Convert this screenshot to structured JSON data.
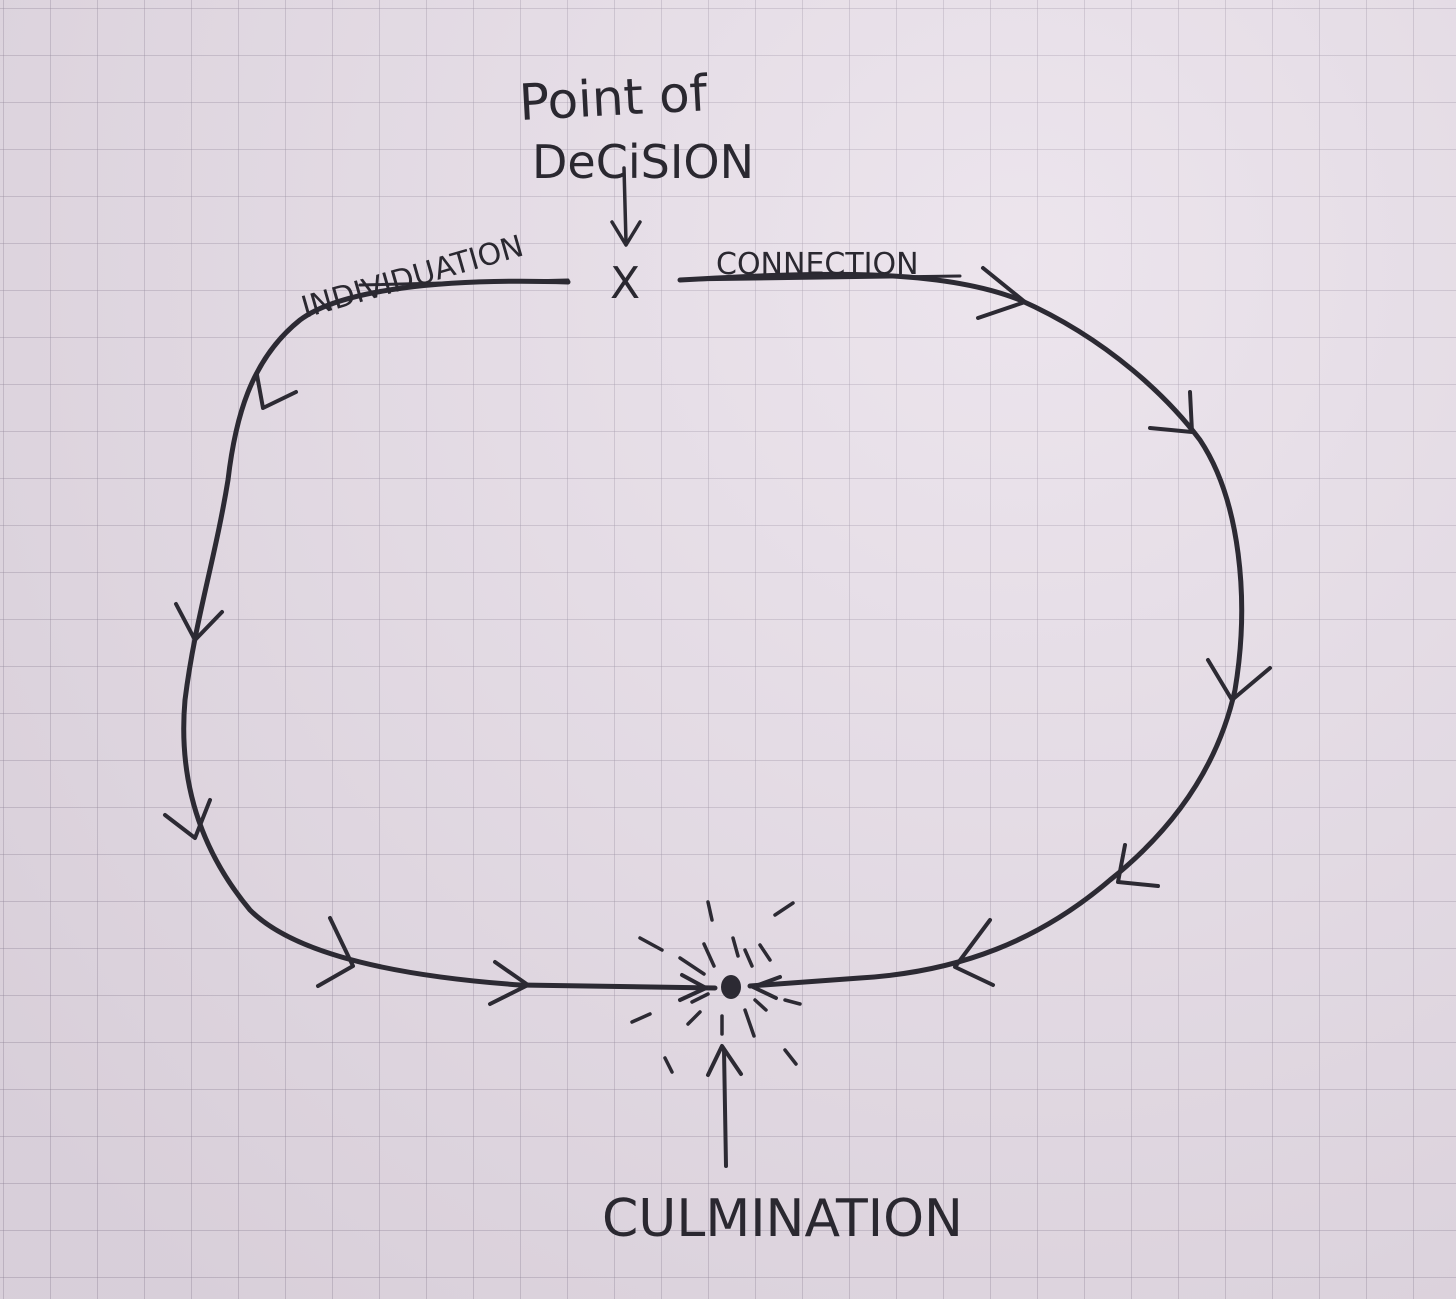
{
  "labels": {
    "decision_line1": "Point of",
    "decision_line2": "DeCiSION",
    "individuation": "INDIVIDUATION",
    "connection": "CONNECTION",
    "culmination": "CULMINATION",
    "decision_mark": "X"
  },
  "colors": {
    "ink": "#2c2a33",
    "paper": "#e6dce7",
    "grid": "#968ca0"
  }
}
